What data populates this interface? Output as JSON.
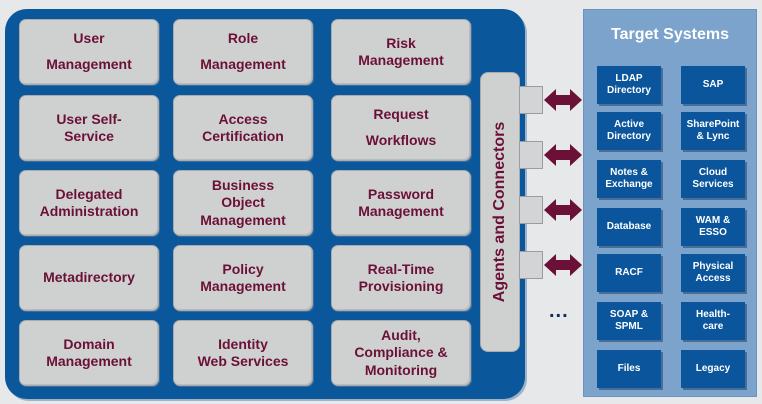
{
  "capabilities": [
    [
      "User\nManagement",
      "Role\nManagement",
      "Risk\nManagement"
    ],
    [
      "User Self-\nService",
      "Access\nCertification",
      "Request\nWorkflows"
    ],
    [
      "Delegated\nAdministration",
      "Business\nObject\nManagement",
      "Password\nManagement"
    ],
    [
      "Metadirectory",
      "Policy\nManagement",
      "Real-Time\nProvisioning"
    ],
    [
      "Domain\nManagement",
      "Identity\nWeb Services",
      "Audit,\nCompliance &\nMonitoring"
    ]
  ],
  "agents_label": "Agents and Connectors",
  "ellipsis": "...",
  "target_title": "Target Systems",
  "target_systems": [
    [
      "LDAP\nDirectory",
      "SAP"
    ],
    [
      "Active\nDirectory",
      "SharePoint\n& Lync"
    ],
    [
      "Notes &\nExchange",
      "Cloud\nServices"
    ],
    [
      "Database",
      "WAM &\nESSO"
    ],
    [
      "RACF",
      "Physical\nAccess"
    ],
    [
      "SOAP &\nSPML",
      "Health-\ncare"
    ],
    [
      "Files",
      "Legacy"
    ]
  ],
  "colors": {
    "panel": "#0b579c",
    "capability_box": "#cfd0d0",
    "capability_text": "#6b1037",
    "arrow": "#6b1037",
    "target_panel": "#7ba3cc",
    "target_box": "#0b559c"
  }
}
